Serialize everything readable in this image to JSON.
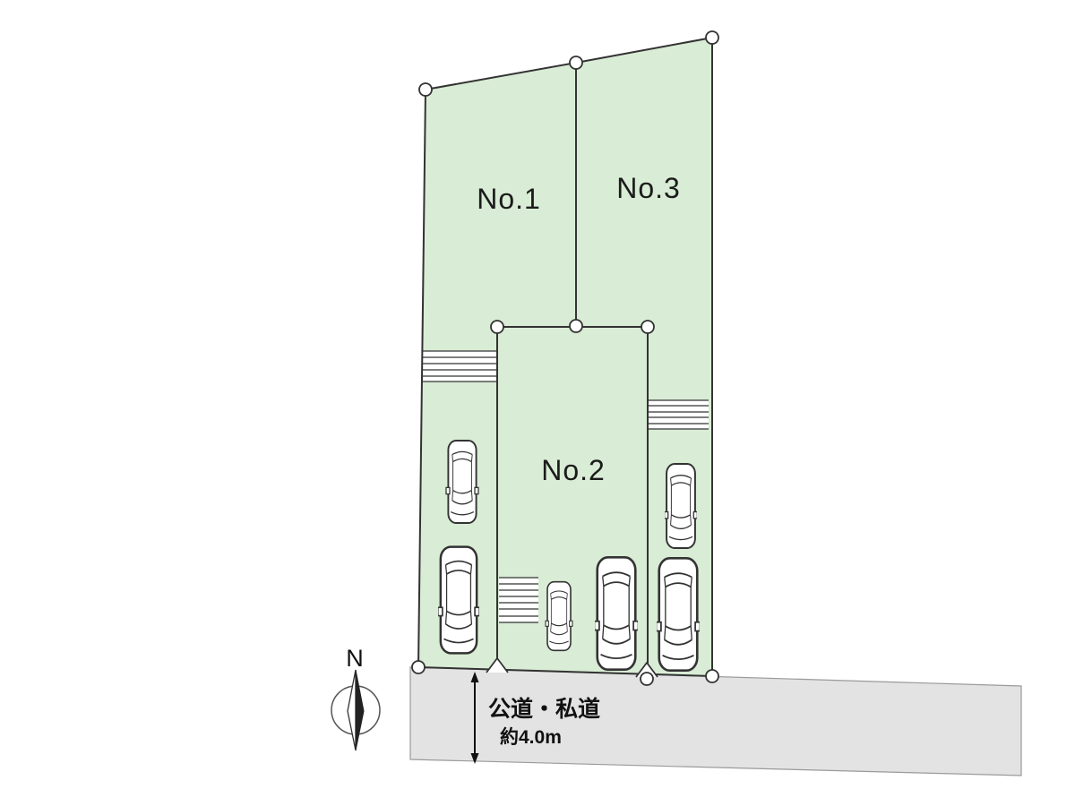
{
  "lots": [
    {
      "id": "lot-1",
      "label": "No.1"
    },
    {
      "id": "lot-2",
      "label": "No.2"
    },
    {
      "id": "lot-3",
      "label": "No.3"
    }
  ],
  "road": {
    "label": "公道・私道",
    "width_label": "約4.0m"
  },
  "compass": {
    "label": "N"
  },
  "colors": {
    "plot_fill": "#d9ecd5",
    "road_fill": "#e3e3e3",
    "outline": "#333333",
    "background": "#ffffff"
  },
  "icons": {
    "car": "car-icon",
    "survey_point": "survey-point-marker",
    "steps": "steps-hatch",
    "compass": "north-compass-icon",
    "entrance": "entrance-gable-marker",
    "dimension": "dimension-arrow"
  }
}
